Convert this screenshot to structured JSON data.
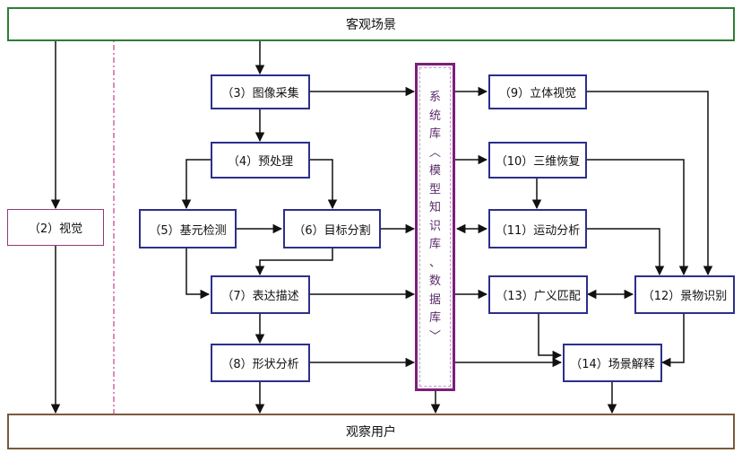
{
  "title_top": "客观场景",
  "title_bottom": "观察用户",
  "vision": "（2）视觉",
  "database_label": "系\n统\n库\n︿\n模\n型\n知\n识\n库\n、\n数\n据\n库\n﹀",
  "nodes": {
    "n3": "（3）图像采集",
    "n4": "（4）预处理",
    "n5": "（5）基元检测",
    "n6": "（6）目标分割",
    "n7": "（7）表达描述",
    "n8": "（8）形状分析",
    "n9": "（9）立体视觉",
    "n10": "（10）三维恢复",
    "n11": "（11）运动分析",
    "n12": "（12）景物识别",
    "n13": "（13）广义匹配",
    "n14": "（14）场景解释"
  },
  "colors": {
    "node_border": "#2b2f8c",
    "top_border": "#2e7d32",
    "bottom_border": "#7a5a3a",
    "database_border": "#7b1f7b",
    "divider": "#c0408a"
  }
}
